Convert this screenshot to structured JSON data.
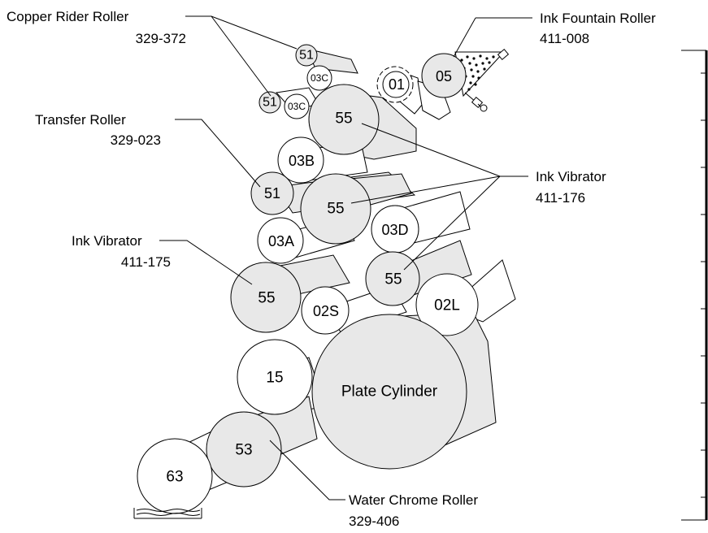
{
  "rollers": {
    "r51a": "51",
    "r03c_top": "03C",
    "r01": "01",
    "r05": "05",
    "r51b": "51",
    "r03c_low": "03C",
    "r55_top": "55",
    "r03b": "03B",
    "r51c": "51",
    "r55_mid": "55",
    "r03d": "03D",
    "r03a": "03A",
    "r55_left": "55",
    "r55_right": "55",
    "r02s": "02S",
    "r02l": "02L",
    "r15": "15",
    "plate": "Plate Cylinder",
    "r53": "53",
    "r63": "63"
  },
  "callouts": {
    "copper_rider": {
      "name": "Copper Rider Roller",
      "part": "329-372"
    },
    "ink_fountain": {
      "name": "Ink Fountain Roller",
      "part": "411-008"
    },
    "transfer": {
      "name": "Transfer Roller",
      "part": "329-023"
    },
    "ink_vibrator_176": {
      "name": "Ink Vibrator",
      "part": "411-176"
    },
    "ink_vibrator_175": {
      "name": "Ink Vibrator",
      "part": "411-175"
    },
    "water_chrome": {
      "name": "Water Chrome Roller",
      "part": "329-406"
    }
  },
  "colors": {
    "shaded": "#e8e8e8",
    "white": "#ffffff",
    "line": "#000000"
  }
}
